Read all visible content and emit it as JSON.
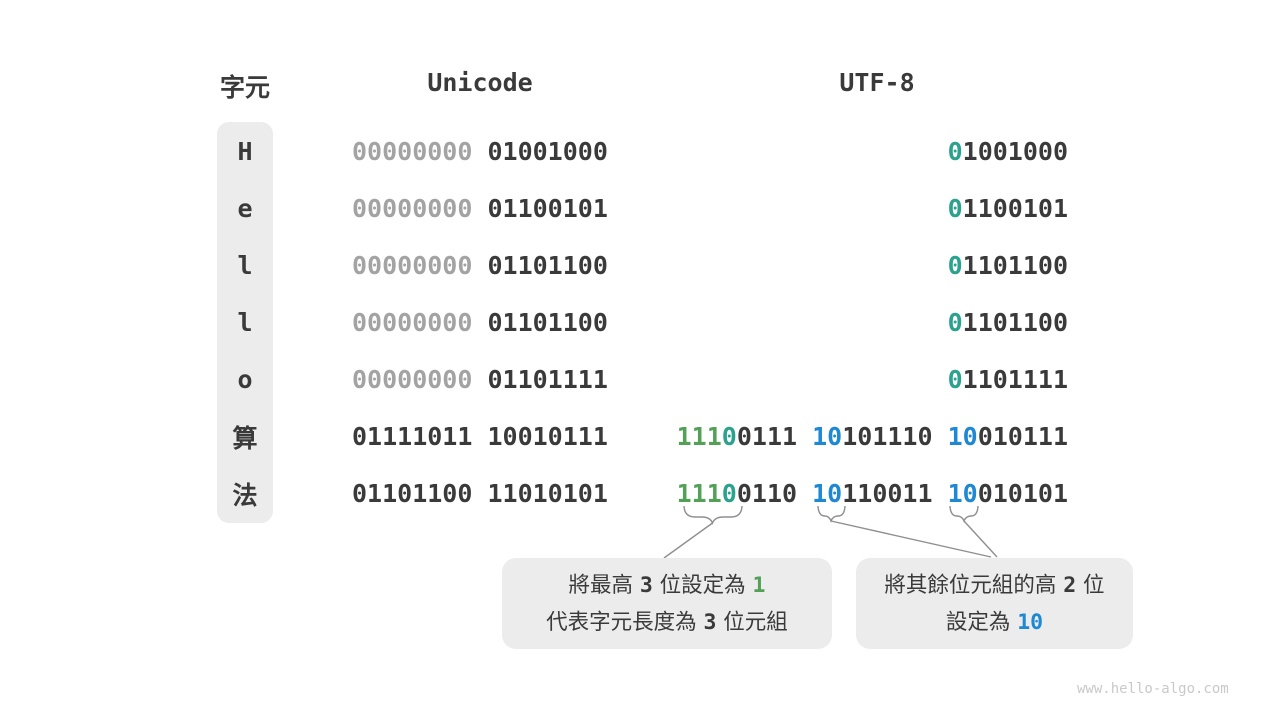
{
  "colors": {
    "dark": "#3a3a3a",
    "gray": "#a3a3a3",
    "teal": "#2aa28e",
    "green": "#52a157",
    "blue": "#1e88d2",
    "panel": "#ececec",
    "connector": "#8f8f8f",
    "watermark": "#c9c9c9"
  },
  "header": {
    "character": "字元",
    "unicode": "Unicode",
    "utf8": "UTF-8"
  },
  "rows": [
    {
      "char": "H",
      "unicode": [
        [
          "00000000",
          "gray"
        ],
        [
          " 01001000",
          "dark"
        ]
      ],
      "utf8": [
        [
          "0",
          "teal"
        ],
        [
          "1001000",
          "dark"
        ]
      ]
    },
    {
      "char": "e",
      "unicode": [
        [
          "00000000",
          "gray"
        ],
        [
          " 01100101",
          "dark"
        ]
      ],
      "utf8": [
        [
          "0",
          "teal"
        ],
        [
          "1100101",
          "dark"
        ]
      ]
    },
    {
      "char": "l",
      "unicode": [
        [
          "00000000",
          "gray"
        ],
        [
          " 01101100",
          "dark"
        ]
      ],
      "utf8": [
        [
          "0",
          "teal"
        ],
        [
          "1101100",
          "dark"
        ]
      ]
    },
    {
      "char": "l",
      "unicode": [
        [
          "00000000",
          "gray"
        ],
        [
          " 01101100",
          "dark"
        ]
      ],
      "utf8": [
        [
          "0",
          "teal"
        ],
        [
          "1101100",
          "dark"
        ]
      ]
    },
    {
      "char": "o",
      "unicode": [
        [
          "00000000",
          "gray"
        ],
        [
          " 01101111",
          "dark"
        ]
      ],
      "utf8": [
        [
          "0",
          "teal"
        ],
        [
          "1101111",
          "dark"
        ]
      ]
    },
    {
      "char": "算",
      "unicode": [
        [
          "01111011 10010111",
          "dark"
        ]
      ],
      "utf8": [
        [
          "111",
          "green"
        ],
        [
          "0",
          "teal"
        ],
        [
          "0111 ",
          "dark"
        ],
        [
          "10",
          "blue"
        ],
        [
          "101110 ",
          "dark"
        ],
        [
          "10",
          "blue"
        ],
        [
          "010111",
          "dark"
        ]
      ]
    },
    {
      "char": "法",
      "unicode": [
        [
          "01101100 11010101",
          "dark"
        ]
      ],
      "utf8": [
        [
          "111",
          "green"
        ],
        [
          "0",
          "teal"
        ],
        [
          "0110 ",
          "dark"
        ],
        [
          "10",
          "blue"
        ],
        [
          "110011 ",
          "dark"
        ],
        [
          "10",
          "blue"
        ],
        [
          "010101",
          "dark"
        ]
      ]
    }
  ],
  "callout_left": {
    "lines": [
      [
        [
          "將最高 ",
          "text"
        ],
        [
          "3",
          "num"
        ],
        [
          " 位設定為 ",
          "text"
        ],
        [
          "1",
          "green"
        ]
      ],
      [
        [
          "代表字元長度為 ",
          "text"
        ],
        [
          "3",
          "num"
        ],
        [
          " 位元組",
          "text"
        ]
      ]
    ]
  },
  "callout_right": {
    "lines": [
      [
        [
          "將其餘位元組的高 ",
          "text"
        ],
        [
          "2",
          "num"
        ],
        [
          " 位",
          "text"
        ]
      ],
      [
        [
          "設定為 ",
          "text"
        ],
        [
          "10",
          "blue"
        ]
      ]
    ]
  },
  "watermark": "www.hello-algo.com"
}
